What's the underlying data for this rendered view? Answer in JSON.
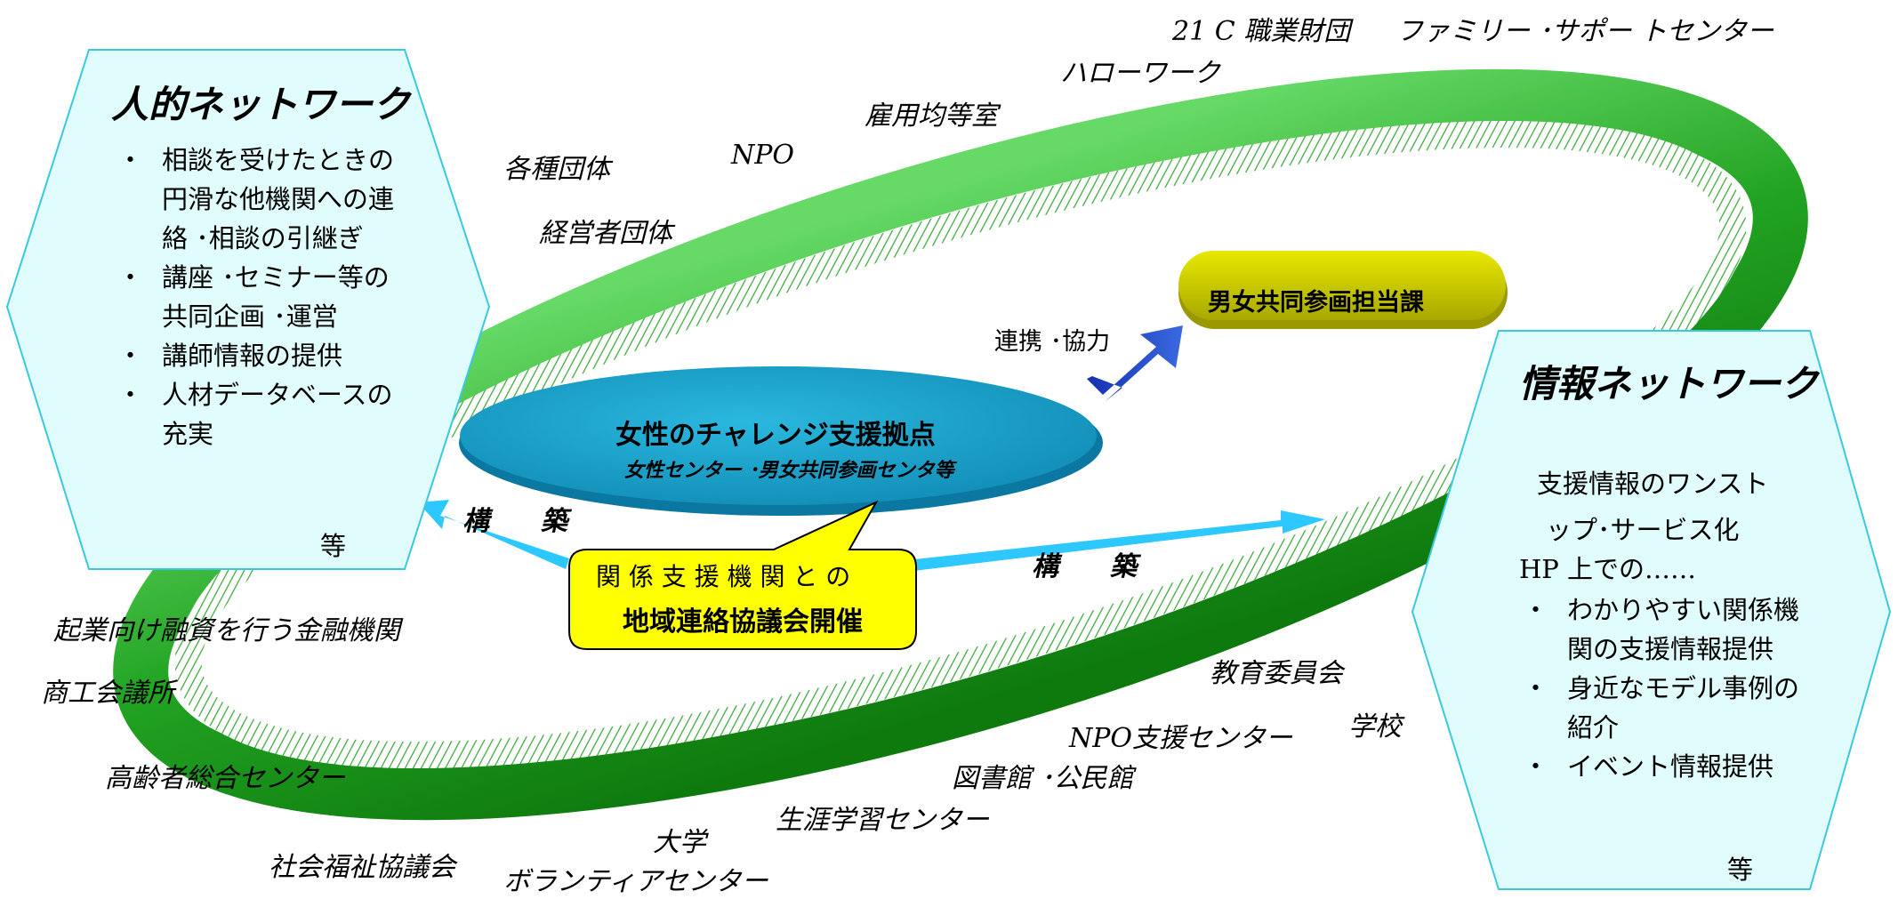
{
  "human_network": {
    "title": "人的ネットワーク",
    "items": [
      "相談を受けたときの円滑な他機関への連絡 ･相談の引継ぎ",
      "講座 ･セミナー等の共同企画 ･運営",
      "講師情報の提供",
      "人材データベースの充実"
    ],
    "etc": "等"
  },
  "info_network": {
    "title": "情報ネットワーク",
    "intro_line1": "支援情報のワンスト",
    "intro_line2": "ップ･サービス化",
    "hp_line": "HP 上での……",
    "items": [
      "わかりやすい関係機関の支援情報提供",
      "身近なモデル事例の紹介",
      "イベント情報提供"
    ],
    "etc": "等"
  },
  "hub": {
    "title": "女性のチャレンジ支援拠点",
    "subtitle": "女性センター ･男女共同参画センタ等"
  },
  "dept": {
    "label": "男女共同参画担当課"
  },
  "link_label": "連携 ･協力",
  "build_label": "構　築",
  "callout": {
    "line1": "関 係 支 援 機 関 と の",
    "line2": "地域連絡協議会開催"
  },
  "organizations": {
    "c21": "21 C 職業財団",
    "family_support": "ファミリー ･サポー トセンター",
    "hello_work": "ハローワーク",
    "equal_employment": "雇用均等室",
    "npo": "NPO",
    "various_groups": "各種団体",
    "employer_groups": "経営者団体",
    "finance": "起業向け融資を行う金融機関",
    "chamber": "商工会議所",
    "elderly_center": "高齢者総合センター",
    "social_welfare": "社会福祉協議会",
    "university": "大学",
    "volunteer": "ボランティアセンター",
    "lifelong_learning": "生涯学習センター",
    "library": "図書館 ･公民館",
    "npo_support_prefix": "NPO",
    "npo_support_suffix": "支援センター",
    "education_board": "教育委員会",
    "school": "学校"
  },
  "colors": {
    "ring_green": "#1f9a1f",
    "ring_green_light": "#5cd35c",
    "hub_blue": "#1aa0c8",
    "hex_fill": "#e0fcfc",
    "hex_stroke": "#38c8e0",
    "dept_yellow": "#c8c800",
    "callout_yellow": "#ffff00",
    "arrow_cyan": "#2cc8ff",
    "arrow_blue": "#2040c0"
  }
}
